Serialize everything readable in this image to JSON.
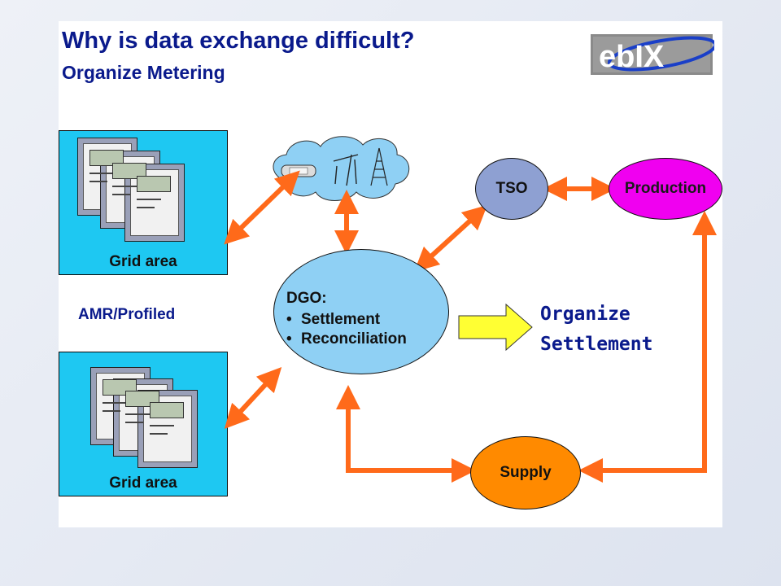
{
  "slide": {
    "title": "Why is data exchange difficult?",
    "subtitle": "Organize Metering"
  },
  "logo": {
    "text": "ebIX"
  },
  "grid_areas": [
    {
      "label": "Grid area"
    },
    {
      "label": "Grid area"
    }
  ],
  "amr_label": "AMR/Profiled",
  "dgo": {
    "title": "DGO:",
    "items": [
      "Settlement",
      "Reconciliation"
    ]
  },
  "nodes": {
    "tso": "TSO",
    "production": "Production",
    "supply": "Supply"
  },
  "settlement_note": {
    "line1": "Organize",
    "line2": "Settlement"
  },
  "colors": {
    "title": "#0a1a8c",
    "arrow": "#ff6a1a",
    "grid_panel": "#1ec8f2",
    "dgo": "#8fd0f4",
    "tso": "#8ea0d2",
    "production": "#f000f0",
    "supply": "#ff8a00",
    "block_arrow": "#ffff33"
  },
  "icons": [
    "telephone-icon",
    "antenna-icon",
    "transmission-tower-icon",
    "meter-icon"
  ]
}
